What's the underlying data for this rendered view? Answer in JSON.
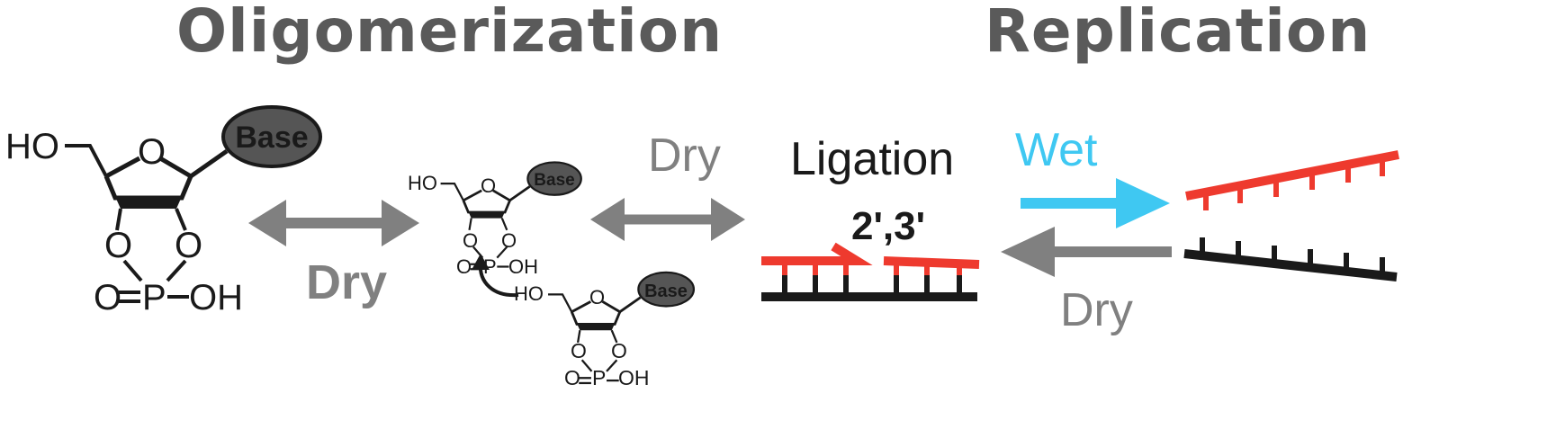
{
  "headings": {
    "left": "Oligomerization",
    "right": "Replication"
  },
  "molecule": {
    "hydroxyl": "HO",
    "ring_oxygen": "O",
    "base_label": "Base",
    "bridge_o_left": "O",
    "bridge_o_right": "O",
    "phosphate_o": "O",
    "phosphate_p": "P",
    "phosphate_oh": "OH",
    "bond_symbol": "="
  },
  "labels": {
    "dry_bold": "Dry",
    "dry_middle": "Dry",
    "ligation": "Ligation",
    "linkage": "2',3'",
    "wet": "Wet",
    "dry_bottom": "Dry"
  },
  "colors": {
    "heading": "#5a5a5a",
    "arrow_gray": "#808080",
    "strand_red": "#ee3a2e",
    "strand_black": "#1a1a1a",
    "wet_blue": "#3fc8f2",
    "base_fill": "#555555"
  }
}
